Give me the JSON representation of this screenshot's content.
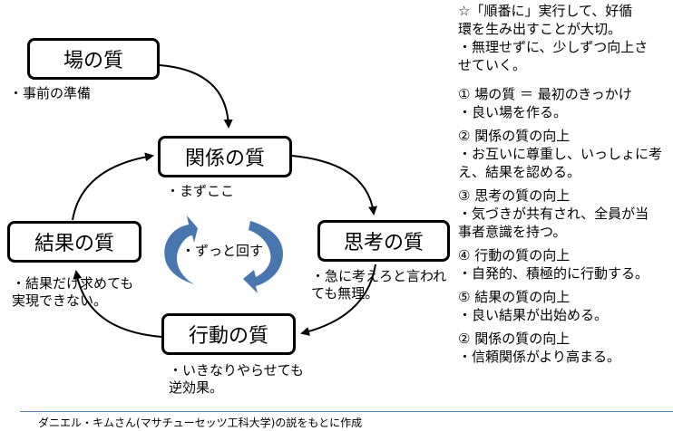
{
  "nodes": {
    "ba": {
      "label": "場の質",
      "note": "・事前の準備"
    },
    "kankei": {
      "label": "関係の質",
      "note": "・まずここ"
    },
    "shikou": {
      "label": "思考の質",
      "note_line1": "・急に考えろと言われ",
      "note_line2": "ても無理。"
    },
    "koudou": {
      "label": "行動の質",
      "note_line1": "・いきなりやらせても",
      "note_line2": "逆効果。"
    },
    "kekka": {
      "label": "結果の質",
      "note_line1": "・結果だけ求めても",
      "note_line2": "実現できない。"
    }
  },
  "center": {
    "label": "・ずっと回す"
  },
  "colors": {
    "accent_arrow": "#4a76b0",
    "footer_rule": "#5a86b8"
  },
  "side": {
    "intro": [
      "☆「順番に」実行して、好循",
      "環を生み出すことが大切。",
      "・無理せずに、少しずつ向上さ",
      "せていく。"
    ],
    "steps": [
      {
        "head": "① 場の質 ＝ 最初のきっかけ",
        "lines": [
          "・良い場を作る。"
        ]
      },
      {
        "head": "② 関係の質の向上",
        "lines": [
          "・お互いに尊重し、いっしょに考",
          "え、結果を認める。"
        ]
      },
      {
        "head": "③ 思考の質の向上",
        "lines": [
          "・気づきが共有され、全員が当",
          "事者意識を持つ。"
        ]
      },
      {
        "head": "④ 行動の質の向上",
        "lines": [
          "・自発的、積極的に行動する。"
        ]
      },
      {
        "head": "⑤ 結果の質の向上",
        "lines": [
          "・良い結果が出始める。"
        ]
      },
      {
        "head": "② 関係の質の向上",
        "lines": [
          "・信頼関係がより高まる。"
        ]
      }
    ]
  },
  "footer": "ダニエル・キムさん(マサチューセッツ工科大学)の説をもとに作成"
}
